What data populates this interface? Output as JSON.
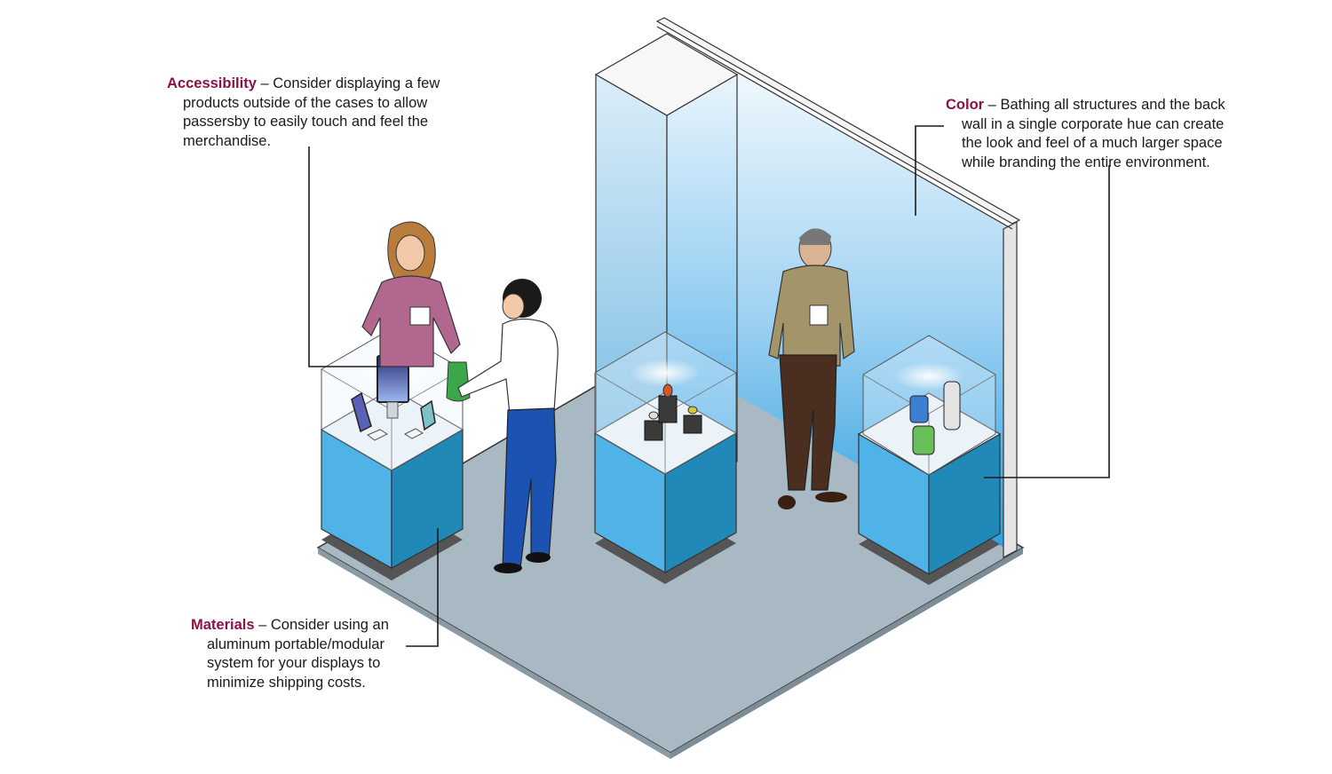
{
  "callouts": {
    "accessibility": {
      "heading": "Accessibility",
      "lines": [
        " – Consider displaying a few",
        "products outside of the cases to allow",
        "passersby to easily touch and feel the",
        "merchandise."
      ]
    },
    "materials": {
      "heading": "Materials",
      "lines": [
        " – Consider using an",
        "aluminum portable/modular",
        "system for your displays to",
        "minimize shipping costs."
      ]
    },
    "color": {
      "heading": "Color",
      "lines": [
        " – Bathing all structures and the back",
        "wall in a single corporate hue can create",
        "the look and feel of a much larger space",
        "while branding the entire environment."
      ]
    }
  },
  "colors": {
    "heading": "#8a1247",
    "booth_blue": "#4fb3e8",
    "booth_blue_dark": "#2189b8",
    "floor": "#a9b9c3",
    "leader_line": "#1a1a1a"
  }
}
